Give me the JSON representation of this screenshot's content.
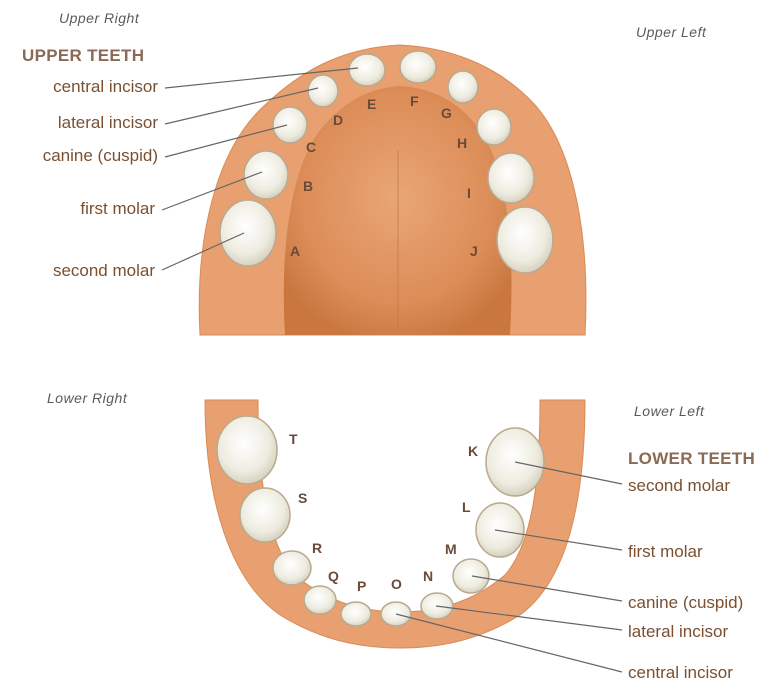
{
  "quadrants": {
    "upper_right": "Upper Right",
    "upper_left": "Upper Left",
    "lower_right": "Lower Right",
    "lower_left": "Lower Left"
  },
  "upper": {
    "heading": "UPPER TEETH",
    "labels": [
      "central incisor",
      "lateral incisor",
      "canine (cuspid)",
      "first molar",
      "second molar"
    ],
    "letters": [
      "A",
      "B",
      "C",
      "D",
      "E",
      "F",
      "G",
      "H",
      "I",
      "J"
    ]
  },
  "lower": {
    "heading": "LOWER TEETH",
    "labels": [
      "second molar",
      "first molar",
      "canine (cuspid)",
      "lateral incisor",
      "central incisor"
    ],
    "letters": [
      "K",
      "L",
      "M",
      "N",
      "O",
      "P",
      "Q",
      "R",
      "S",
      "T"
    ]
  },
  "colors": {
    "gum": "#e49460",
    "palate": "#cf8250",
    "tooth": "#f3f1e6",
    "label": "#7a5030",
    "heading": "#8a6a55"
  }
}
